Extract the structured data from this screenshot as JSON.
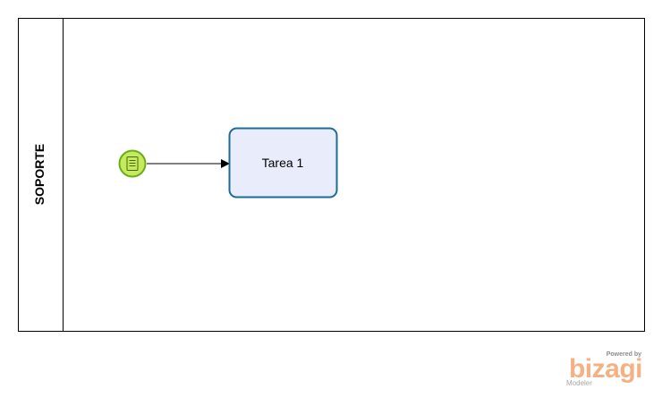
{
  "pool": {
    "lane_label": "SOPORTE"
  },
  "task": {
    "label": "Tarea 1"
  },
  "start_event": {
    "type": "message-start-event-icon"
  },
  "watermark": {
    "powered_by": "Powered by",
    "brand": "bizagi",
    "product": "Modeler"
  },
  "colors": {
    "task_fill": "#e8ecfb",
    "task_stroke": "#1e6b97",
    "event_fill": "#c6ea5c",
    "event_stroke": "#6aae1c",
    "logo_accent": "#f4b183",
    "logo_gray": "#a6a6a6"
  }
}
